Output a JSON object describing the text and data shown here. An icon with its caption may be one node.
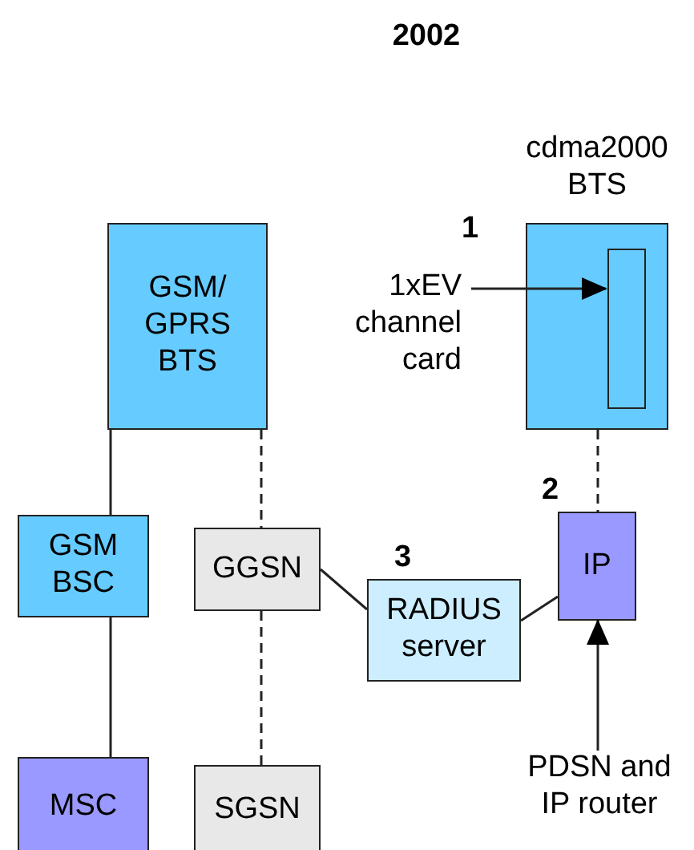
{
  "diagram": {
    "title": "2002",
    "nodes": [
      {
        "text": [
          "cdma2000 BTS"
        ]
      },
      {
        "text": [
          "GSM/ GPRS BTS"
        ]
      },
      {
        "text": [
          "1xEV channel card"
        ]
      },
      {
        "text": [],
        "shape": "bar",
        "in": 0
      },
      {
        "text": [
          "IP"
        ]
      },
      {
        "text": [
          "GSM BSC"
        ]
      },
      {
        "text": [
          "GGSN"
        ]
      },
      {
        "text": [
          "RADIUS server"
        ]
      },
      {
        "text": [
          "MSC"
        ]
      },
      {
        "text": [
          "SGSN"
        ]
      },
      {
        "text": [
          "PDSN and IP router"
        ]
      }
    ],
    "edges": [
      {
        "from": 2,
        "to": 3,
        "arrow": "to"
      },
      {
        "from": 1,
        "to": 5,
        "arrow": "none"
      },
      {
        "from": 1,
        "to": 6,
        "arrow": "none",
        "style": "dashed"
      },
      {
        "from": 0,
        "to": 4,
        "arrow": "none",
        "style": "dashed"
      },
      {
        "from": 6,
        "to": 7,
        "arrow": "none"
      },
      {
        "from": 7,
        "to": 4,
        "arrow": "none"
      },
      {
        "from": 5,
        "to": 8,
        "arrow": "none"
      },
      {
        "from": 6,
        "to": 9,
        "arrow": "none",
        "style": "dashed"
      },
      {
        "from": 10,
        "to": 4,
        "arrow": "to"
      }
    ],
    "labels": [
      "1",
      "2",
      "3"
    ]
  }
}
